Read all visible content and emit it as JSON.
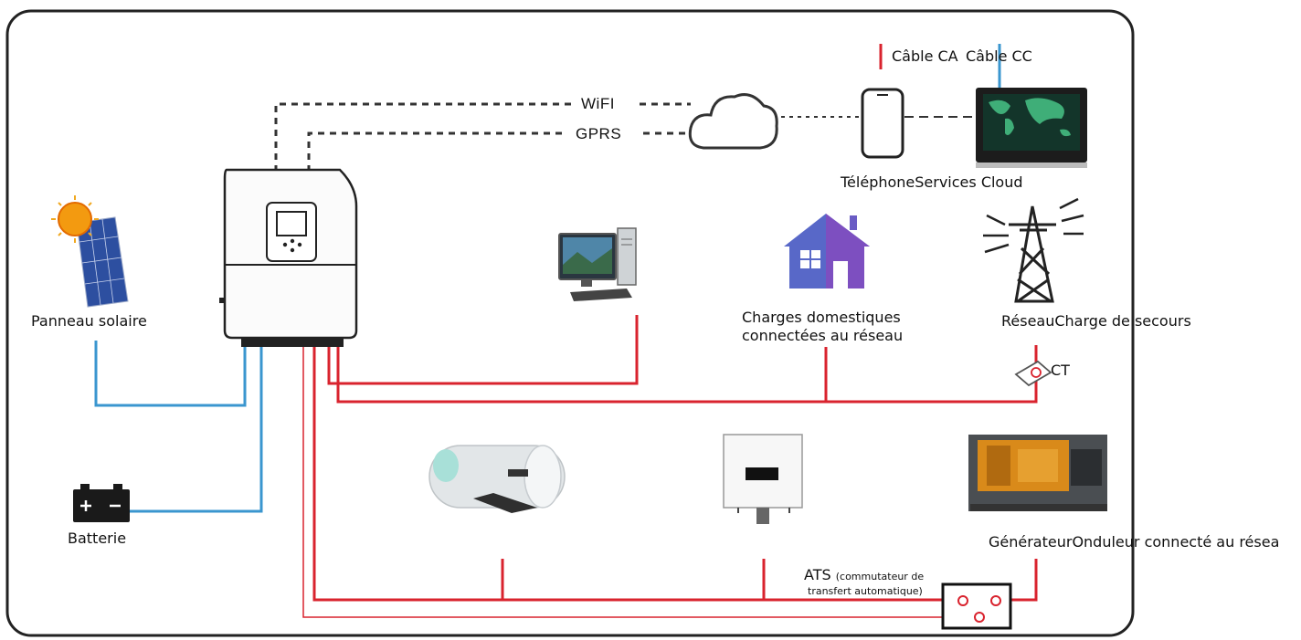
{
  "legend": {
    "ac_label": "Câble CA",
    "dc_label": "Câble CC",
    "ac_color": "#d9232e",
    "dc_color": "#3a96cf"
  },
  "links": {
    "wifi": "WiFI",
    "gprs": "GPRS"
  },
  "labels": {
    "phone_cloud": "TéléphoneServices Cloud",
    "solar": "Panneau solaire",
    "battery": "Batterie",
    "home_loads_line1": "Charges domestiques",
    "home_loads_line2": "connectées au réseau",
    "grid_backup": "RéseauCharge de secours",
    "ct": "CT",
    "generator_ongrid": "GénérateurOnduleur connecté au résea",
    "ats_name": "ATS",
    "ats_desc_line1": "(commutateur de",
    "ats_desc_line2": "transfert automatique)"
  },
  "icons": [
    "inverter-icon",
    "cloud-icon",
    "phone-icon",
    "monitor-icon",
    "solar-panel-icon",
    "battery-icon",
    "desktop-pc-icon",
    "house-icon",
    "power-tower-icon",
    "ct-sensor-icon",
    "water-heater-icon",
    "ongrid-inverter-icon",
    "generator-icon",
    "ats-box-icon"
  ]
}
